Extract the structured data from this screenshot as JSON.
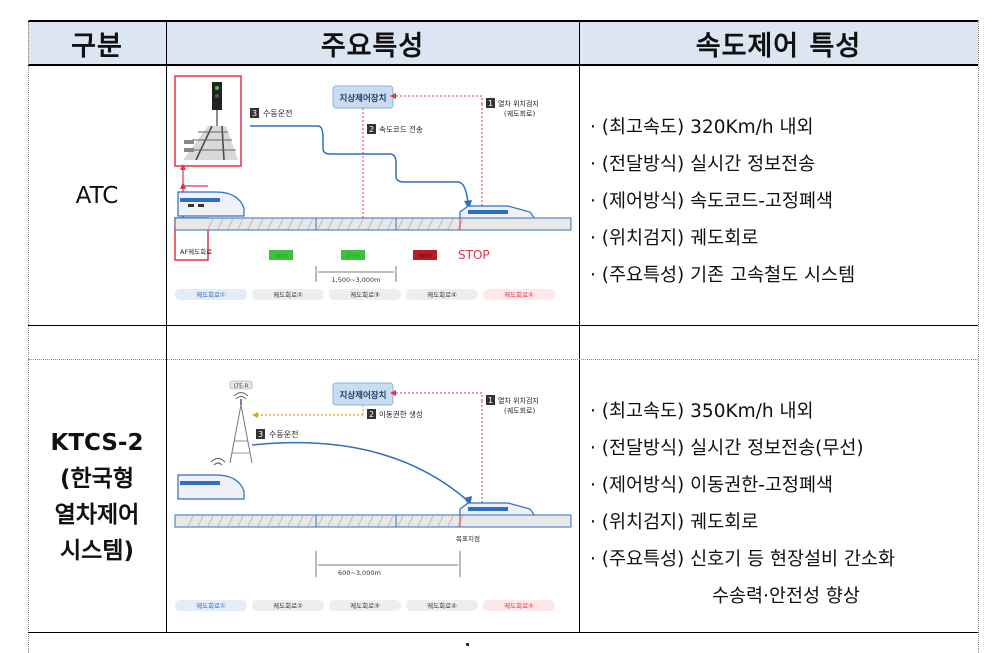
{
  "headers": {
    "category": "구분",
    "features": "주요특성",
    "speed_control": "속도제어 특성"
  },
  "atc": {
    "label": "ATC",
    "specs": [
      "· (최고속도) 320Km/h 내외",
      "· (전달방식) 실시간 정보전송",
      "· (제어방식) 속도코드-고정폐색",
      "· (위치검지) 궤도회로",
      "· (주요특성) 기존 고속철도 시스템"
    ],
    "diagram": {
      "ground_device": "지상제어장치",
      "step1": "열차 위치검지",
      "step1_sub": "(궤도회로)",
      "step2": "속도코드 전송",
      "step3": "수동운전",
      "af_track": "AF궤도회로",
      "code_a": "300",
      "code_b": "270",
      "code_c": "000",
      "stop": "STOP",
      "distance": "1,500~3,000m",
      "tracks": [
        "궤도회로①",
        "궤도회로②",
        "궤도회로③",
        "궤도회로④",
        "궤도회로⑤"
      ]
    }
  },
  "ktcs": {
    "label_lines": [
      "KTCS-2",
      "(한국형",
      "열차제어",
      "시스템)"
    ],
    "specs": [
      "· (최고속도) 350Km/h 내외",
      "· (전달방식) 실시간 정보전송(무선)",
      "· (제어방식) 이동권한-고정폐색",
      "· (위치검지) 궤도회로",
      "· (주요특성) 신호기 등 현장설비 간소화"
    ],
    "specs_cont": "수송력·안전성 향상",
    "diagram": {
      "lte": "LTE-R",
      "ground_device": "지상제어장치",
      "step1": "열차 위치검지",
      "step1_sub": "(궤도회로)",
      "step2": "이동권한 생성",
      "step3": "수동운전",
      "target": "목표지점",
      "distance": "600~3,000m",
      "tracks": [
        "궤도회로①",
        "궤도회로②",
        "궤도회로③",
        "궤도회로④",
        "궤도회로⑤"
      ]
    }
  },
  "colors": {
    "header_bg": "#dce6f2",
    "accent_red": "#e0314d",
    "accent_blue": "#2f6fc0",
    "ground_box": "#c9dcf2"
  }
}
